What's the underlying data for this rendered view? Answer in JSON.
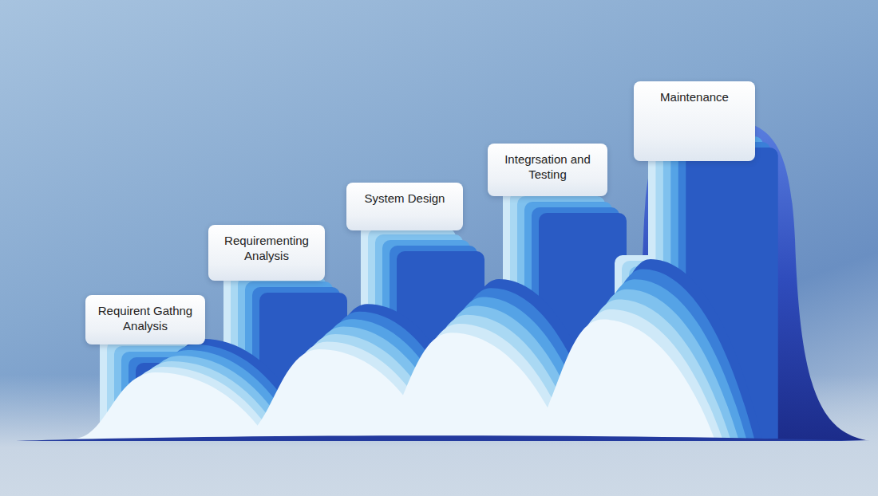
{
  "diagram": {
    "nodes": [
      {
        "text": [
          "Requirent Gathng Analysis"
        ]
      },
      {
        "text": [
          "Requirementing Analysis"
        ]
      },
      {
        "text": [
          "System Design"
        ]
      },
      {
        "text": [
          "Integrsation and Testing"
        ]
      },
      {
        "text": [
          "Maintenance"
        ]
      }
    ]
  }
}
